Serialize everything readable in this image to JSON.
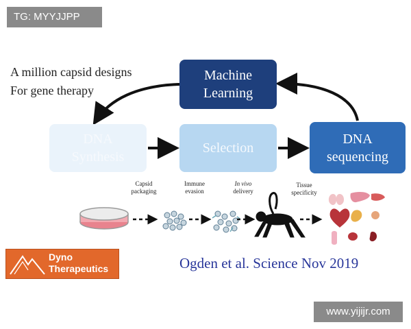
{
  "watermarks": {
    "top": "TG: MYYJJPP",
    "bottom": "www.yijijr.com"
  },
  "headline": {
    "line1": "A million capsid designs",
    "line2": "For gene therapy"
  },
  "boxes": {
    "machine_learning": {
      "line1": "Machine",
      "line2": "Learning"
    },
    "dna_synthesis": {
      "line1": "DNA",
      "line2": "Synthesis"
    },
    "selection": {
      "line1": "Selection"
    },
    "dna_sequencing": {
      "line1": "DNA",
      "line2": "sequencing"
    }
  },
  "steps": {
    "capsid": {
      "line1": "Capsid",
      "line2": "packaging"
    },
    "immune": {
      "line1": "Immune",
      "line2": "evasion"
    },
    "invivo": {
      "line1": "In vivo",
      "line2": "delivery"
    },
    "tissue": {
      "line1": "Tissue",
      "line2": "specificity"
    }
  },
  "logo": {
    "line1": "Dyno",
    "line2": "Therapeutics"
  },
  "citation": "Ogden et al. Science  Nov 2019",
  "colors": {
    "ml_box": "#1e3f7c",
    "dna_synthesis_box": "#eaf3fb",
    "selection_box": "#b7d7f1",
    "dna_sequencing_box": "#2f6cb7",
    "logo_bg": "#e2682b",
    "citation": "#28369a"
  },
  "icons": [
    "petri-dish-icon",
    "capsid-particles-icon",
    "monkey-icon",
    "organs-icon",
    "mountain-logo-icon"
  ]
}
